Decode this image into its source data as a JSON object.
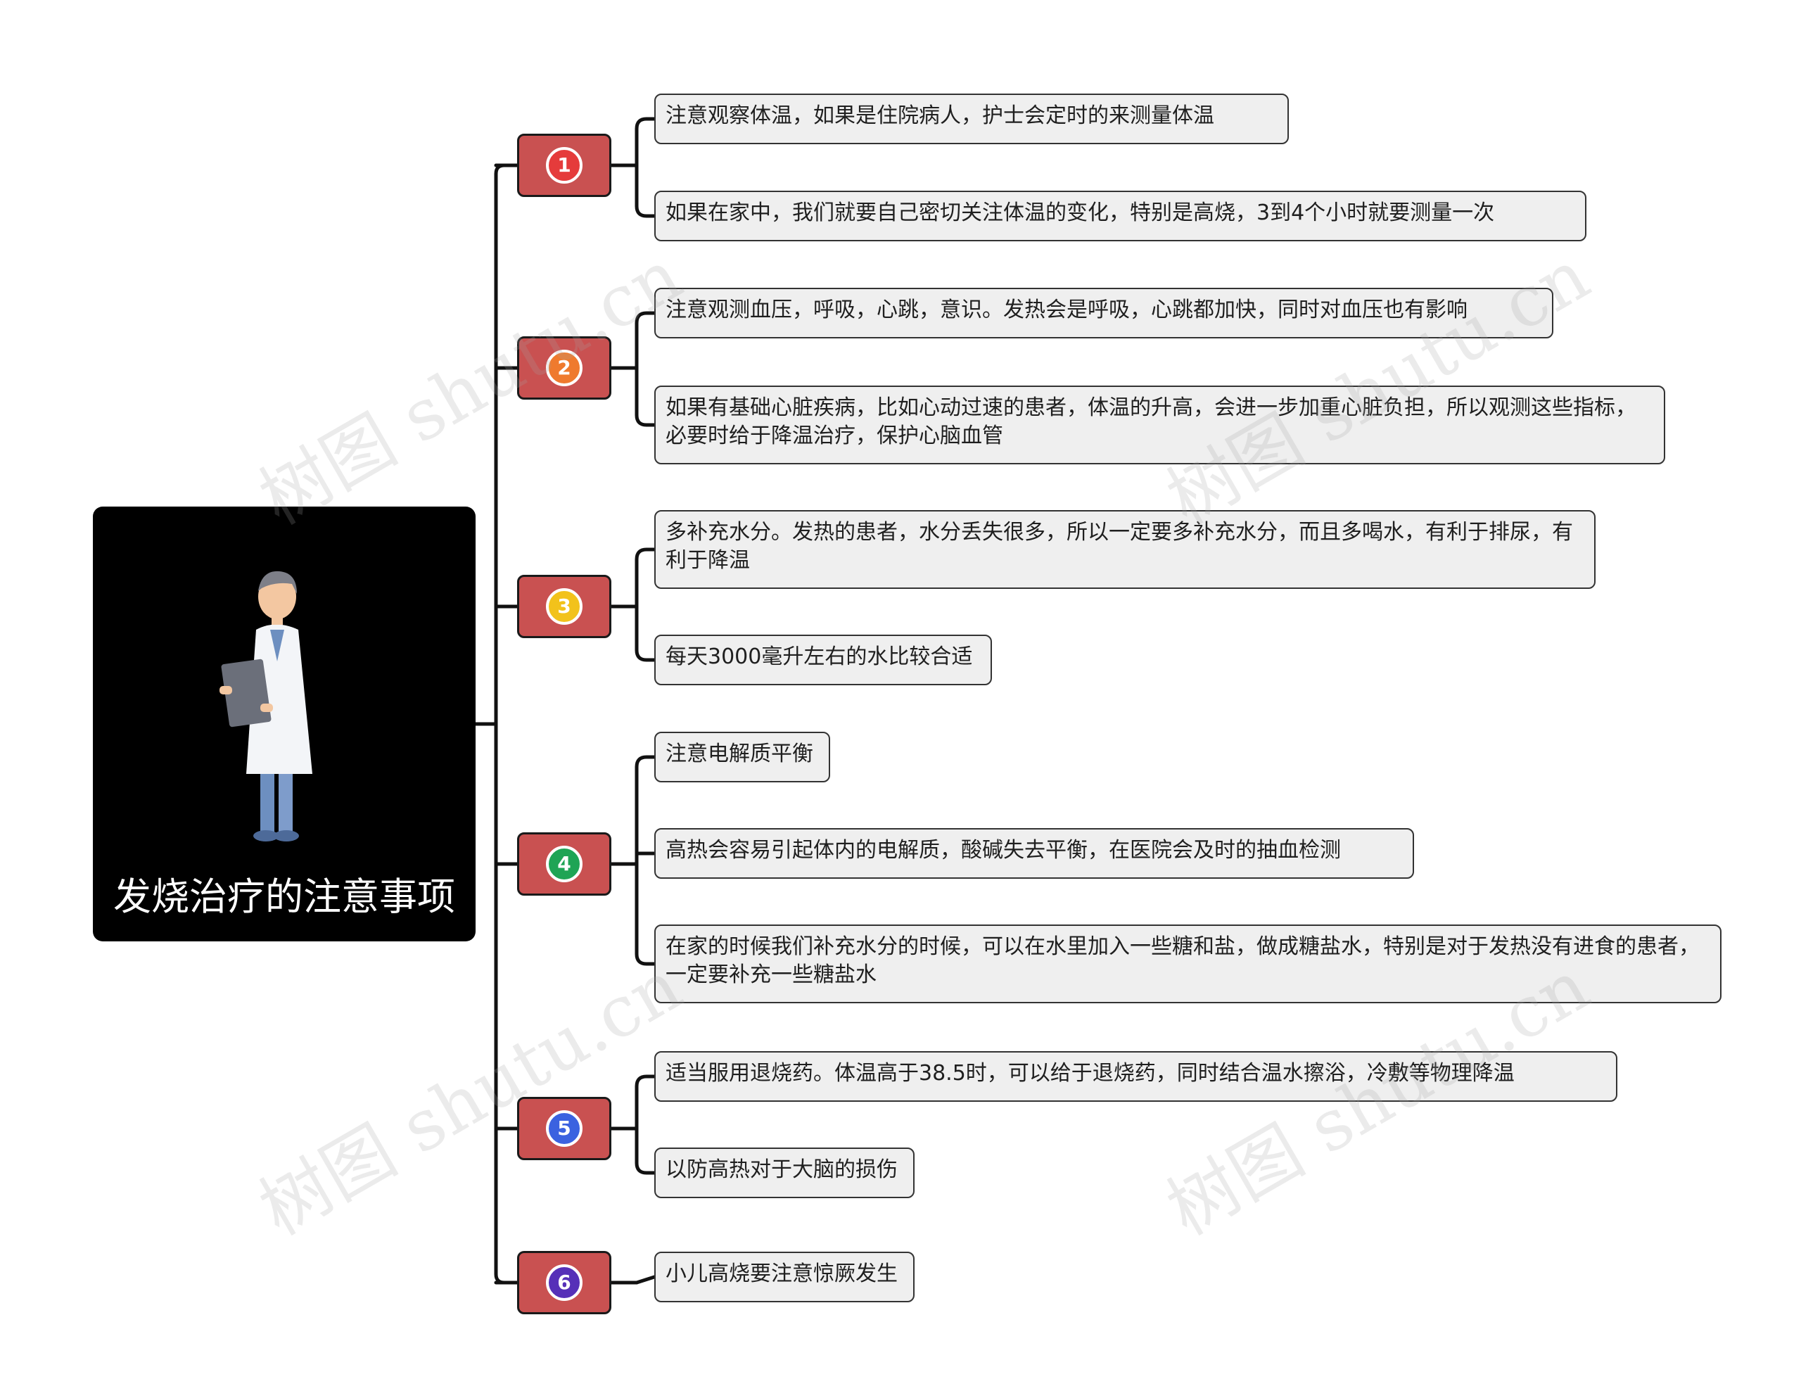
{
  "root": {
    "title": "发烧治疗的注意事项",
    "illustration": "doctor-with-clipboard"
  },
  "colors": {
    "root_bg": "#000000",
    "branch_bg": "#c95151",
    "leaf_bg": "#efefef",
    "connector": "#111111",
    "badge_colors": [
      "#e53b3b",
      "#ef7a2e",
      "#f2c21b",
      "#1fa455",
      "#3b62e0",
      "#5630b8"
    ]
  },
  "branches": [
    {
      "number": "1",
      "leaves": [
        "注意观察体温，如果是住院病人，护士会定时的来测量体温",
        "如果在家中，我们就要自己密切关注体温的变化，特别是高烧，3到4个小时就要测量一次"
      ]
    },
    {
      "number": "2",
      "leaves": [
        "注意观测血压，呼吸，心跳，意识。发热会是呼吸，心跳都加快，同时对血压也有影响",
        "如果有基础心脏疾病，比如心动过速的患者，体温的升高，会进一步加重心脏负担，所以观测这些指标，必要时给于降温治疗，保护心脑血管"
      ]
    },
    {
      "number": "3",
      "leaves": [
        "多补充水分。发热的患者，水分丢失很多，所以一定要多补充水分，而且多喝水，有利于排尿，有利于降温",
        "每天3000毫升左右的水比较合适"
      ]
    },
    {
      "number": "4",
      "leaves": [
        "注意电解质平衡",
        "高热会容易引起体内的电解质，酸碱失去平衡，在医院会及时的抽血检测",
        "在家的时候我们补充水分的时候，可以在水里加入一些糖和盐，做成糖盐水，特别是对于发热没有进食的患者，一定要补充一些糖盐水"
      ]
    },
    {
      "number": "5",
      "leaves": [
        "适当服用退烧药。体温高于38.5时，可以给于退烧药，同时结合温水擦浴，冷敷等物理降温",
        "以防高热对于大脑的损伤"
      ]
    },
    {
      "number": "6",
      "leaves": [
        "小儿高烧要注意惊厥发生"
      ]
    }
  ],
  "watermark": {
    "text": "树图 shutu.cn"
  }
}
